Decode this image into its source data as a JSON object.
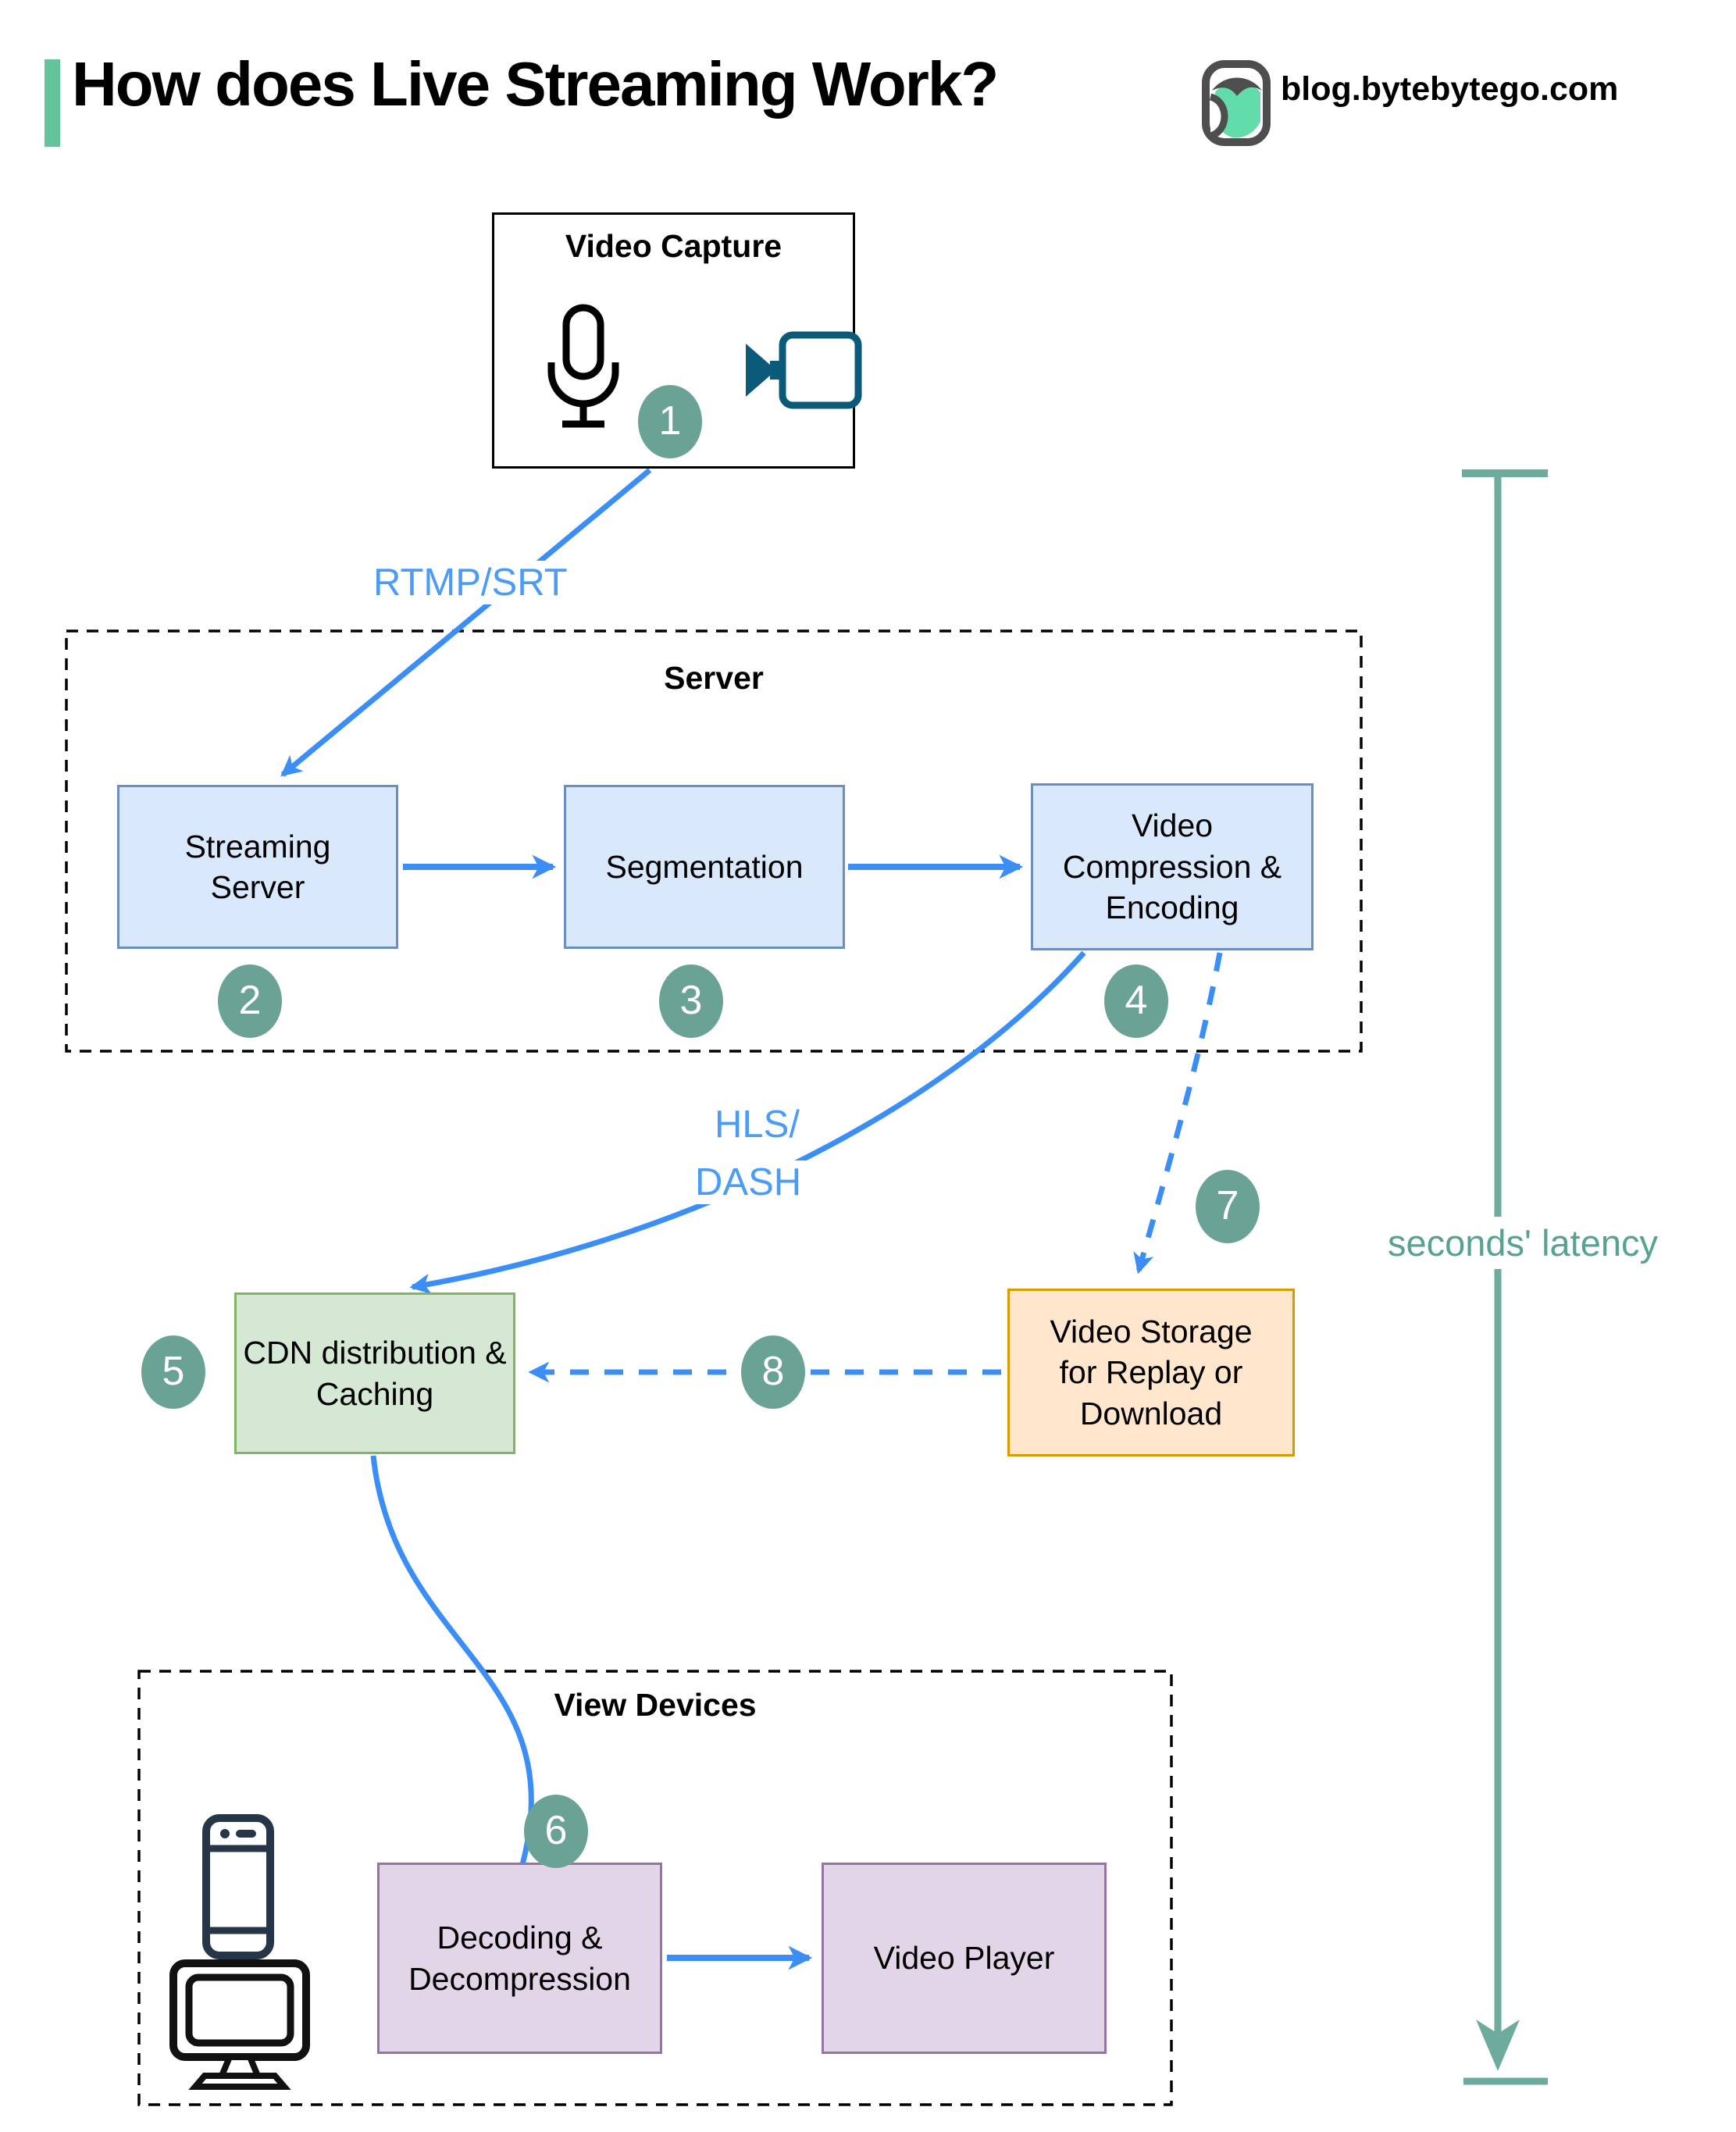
{
  "header": {
    "title": "How does Live Streaming Work?",
    "logo_text": "blog.bytebytego.com"
  },
  "groups": {
    "server": {
      "title": "Server"
    },
    "view_devices": {
      "title": "View Devices"
    }
  },
  "nodes": {
    "video_capture": {
      "title": "Video Capture"
    },
    "streaming_server": {
      "label": "Streaming Server"
    },
    "segmentation": {
      "label": "Segmentation"
    },
    "video_compression": {
      "label": "Video Compression & Encoding"
    },
    "cdn": {
      "label": "CDN distribution & Caching"
    },
    "video_storage": {
      "label": "Video Storage for Replay or Download"
    },
    "decoding": {
      "label": "Decoding & Decompression"
    },
    "video_player": {
      "label": "Video Player"
    }
  },
  "edge_labels": {
    "rtmp": "RTMP/SRT",
    "hls_line1": "HLS/",
    "hls_line2": "DASH",
    "latency": "seconds' latency"
  },
  "steps": [
    "1",
    "2",
    "3",
    "4",
    "5",
    "6",
    "7",
    "8"
  ],
  "icons": [
    "bytebytego-logo-icon",
    "microphone-icon",
    "video-camera-icon",
    "smartphone-icon",
    "monitor-icon"
  ],
  "colors": {
    "arrow_blue": "#3b8ef5",
    "edge_label_blue": "#4a9cf8",
    "step_teal": "#6aa396",
    "latency_teal": "#6cab9e",
    "accent_green": "#62c49a",
    "box_blue_fill": "#dae8fc",
    "box_blue_stroke": "#6c8ebf",
    "box_green_fill": "#d5e8d4",
    "box_green_stroke": "#82b366",
    "box_orange_fill": "#ffe6cc",
    "box_orange_stroke": "#d79b00",
    "box_purple_fill": "#e1d5e7",
    "box_purple_stroke": "#9673a6",
    "camera_icon_teal": "#0b5a7a"
  }
}
